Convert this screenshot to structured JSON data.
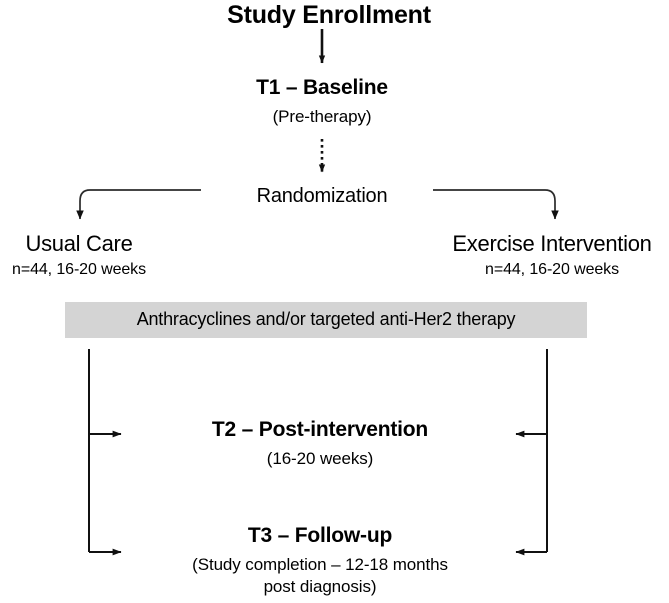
{
  "diagram": {
    "title": "Study Enrollment",
    "nodes": {
      "t1_title": "T1 – Baseline",
      "t1_sub": "(Pre-therapy)",
      "randomization": "Randomization",
      "arm_left_title": "Usual Care",
      "arm_left_sub": "n=44, 16-20 weeks",
      "arm_right_title": "Exercise Intervention",
      "arm_right_sub": "n=44, 16-20 weeks",
      "therapy_bar": "Anthracyclines and/or targeted anti-Her2 therapy",
      "t2_title": "T2 – Post-intervention",
      "t2_sub": "(16-20 weeks)",
      "t3_title": "T3 – Follow-up",
      "t3_sub_line1": "(Study completion – 12-18 months",
      "t3_sub_line2": "post diagnosis)"
    },
    "colors": {
      "background": "#ffffff",
      "text": "#000000",
      "line": "#1a1a1a",
      "therapy_bar_fill": "#d4d4d4"
    },
    "connectors": {
      "enrollment_to_t1": "solid-down-arrow",
      "t1_to_randomization": "dotted-down-arrow",
      "randomization_to_left_arm": "elbow-left-down-arrow",
      "randomization_to_right_arm": "elbow-right-down-arrow",
      "left_arm_to_t2": "elbow-right-arrow",
      "right_arm_to_t2": "elbow-left-arrow",
      "left_arm_to_t3": "elbow-right-arrow",
      "right_arm_to_t3": "elbow-left-arrow"
    }
  }
}
